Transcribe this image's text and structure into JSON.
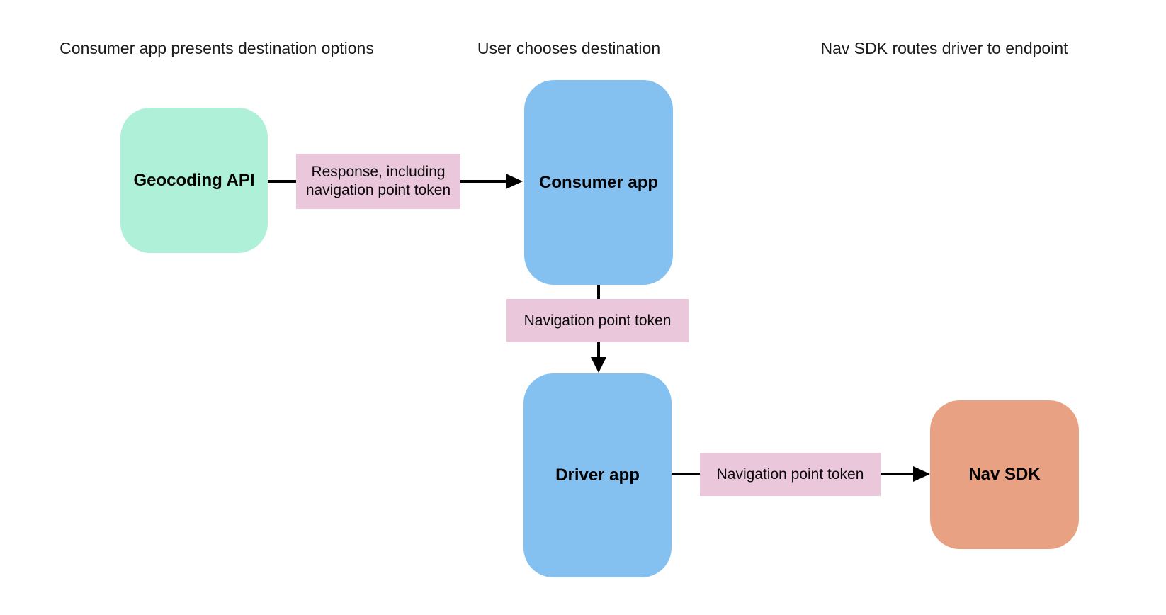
{
  "diagram": {
    "columns": [
      {
        "title": "Consumer app presents destination options"
      },
      {
        "title": "User chooses destination"
      },
      {
        "title": "Nav SDK routes driver to endpoint"
      }
    ],
    "nodes": [
      {
        "id": "geocoding-api",
        "label": "Geocoding API",
        "color": "#aff1d8"
      },
      {
        "id": "consumer-app",
        "label": "Consumer app",
        "color": "#84c1f0"
      },
      {
        "id": "driver-app",
        "label": "Driver app",
        "color": "#84c1f0"
      },
      {
        "id": "nav-sdk",
        "label": "Nav SDK",
        "color": "#e9a183"
      }
    ],
    "edges": [
      {
        "from": "geocoding-api",
        "to": "consumer-app",
        "label": "Response, including navigation point token"
      },
      {
        "from": "consumer-app",
        "to": "driver-app",
        "label": "Navigation point token"
      },
      {
        "from": "driver-app",
        "to": "nav-sdk",
        "label": "Navigation point token"
      }
    ],
    "colors": {
      "edge_label_bg": "#ebc7dc",
      "arrow": "#000000",
      "header_text": "#1b1b1b",
      "node_text": "#000000",
      "background": "#ffffff"
    }
  }
}
